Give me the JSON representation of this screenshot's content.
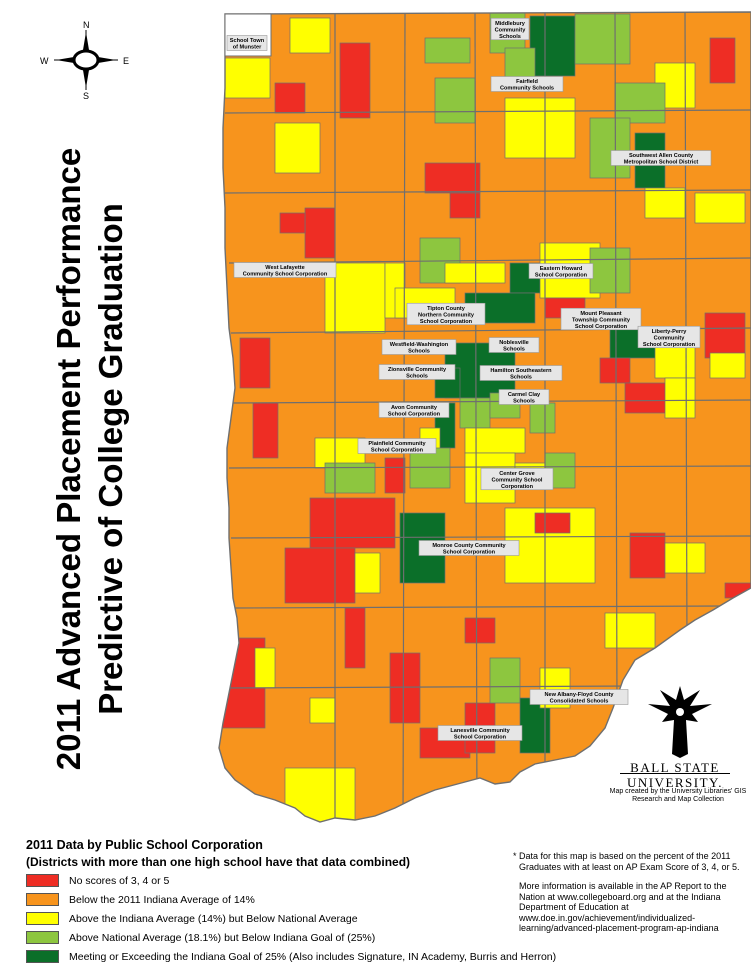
{
  "map": {
    "title_line1": "2011 Advanced Placement Performance",
    "title_line2": "Predictive of College Graduation",
    "compass": {
      "n": "N",
      "s": "S",
      "e": "E",
      "w": "W"
    },
    "colors": {
      "red": "#ee2d24",
      "orange": "#f7941d",
      "yellow": "#ffff00",
      "light_green": "#8dc63f",
      "dark_green": "#0b6f29",
      "border": "#6f6f6f"
    },
    "callouts": [
      {
        "lines": [
          "School Town",
          "of Munster"
        ]
      },
      {
        "lines": [
          "Middlebury",
          "Community",
          "Schools"
        ]
      },
      {
        "lines": [
          "Fairfield",
          "Community Schools"
        ]
      },
      {
        "lines": [
          "Southwest Allen County",
          "Metropolitan School District"
        ]
      },
      {
        "lines": [
          "West Lafayette",
          "Community School Corporation"
        ]
      },
      {
        "lines": [
          "Eastern Howard",
          "School Corporation"
        ]
      },
      {
        "lines": [
          "Tipton County",
          "Northern Community",
          "School Corporation"
        ]
      },
      {
        "lines": [
          "Mount Pleasant",
          "Township Community",
          "School Corporation"
        ]
      },
      {
        "lines": [
          "Liberty-Perry",
          "Community",
          "School Corporation"
        ]
      },
      {
        "lines": [
          "Westfield-Washington",
          "Schools"
        ]
      },
      {
        "lines": [
          "Noblesville",
          "Schools"
        ]
      },
      {
        "lines": [
          "Zionsville Community",
          "Schools"
        ]
      },
      {
        "lines": [
          "Hamilton Southeastern",
          "Schools"
        ]
      },
      {
        "lines": [
          "Carmel Clay",
          "Schools"
        ]
      },
      {
        "lines": [
          "Avon Community",
          "School Corporation"
        ]
      },
      {
        "lines": [
          "Plainfield Community",
          "School Corporation"
        ]
      },
      {
        "lines": [
          "Center Grove",
          "Community School",
          "Corporation"
        ]
      },
      {
        "lines": [
          "Monroe County Community",
          "School Corporation"
        ]
      },
      {
        "lines": [
          "New Albany-Floyd County",
          "Consolidated Schools"
        ]
      },
      {
        "lines": [
          "Lanesville Community",
          "School Corporation"
        ]
      }
    ]
  },
  "branding": {
    "name_line1": "BALL STATE",
    "name_line2": "UNIVERSITY.",
    "credit": "Map created by the University Libraries' GIS Research and Map Collection"
  },
  "legend": {
    "title": "2011 Data by Public School Corporation",
    "subtitle": "(Districts with more than one high school have that data combined)",
    "items": [
      {
        "label": "No scores of 3, 4 or 5",
        "color": "#ee2d24"
      },
      {
        "label": "Below the 2011 Indiana Average of 14%",
        "color": "#f7941d"
      },
      {
        "label": "Above the Indiana Average (14%) but Below National Average",
        "color": "#ffff00"
      },
      {
        "label": "Above National Average (18.1%) but Below Indiana Goal of (25%)",
        "color": "#8dc63f"
      },
      {
        "label": "Meeting or Exceeding the Indiana Goal of 25% (Also includes Signature, IN Academy, Burris and Herron)",
        "color": "#0b6f29"
      }
    ]
  },
  "notes": {
    "note1": "* Data for this map is based on the percent of the 2011 Graduates with at least on AP Exam Score of 3, 4, or 5.",
    "note2": "More information is available in the AP Report to the Nation at www.collegeboard.org and at the Indiana Department of Education at www.doe.in.gov/achievement/individualized-learning/advanced-placement-program-ap-indiana"
  }
}
